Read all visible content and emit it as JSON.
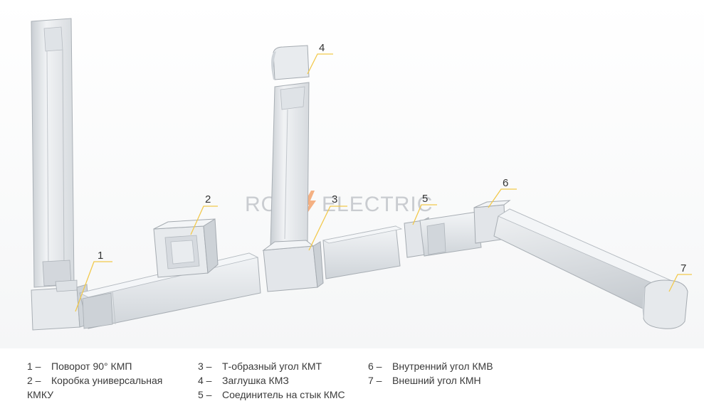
{
  "watermark": {
    "left": "ROS",
    "right": "ELECTRIC"
  },
  "callouts": [
    "1",
    "2",
    "3",
    "4",
    "5",
    "6",
    "7"
  ],
  "legend": [
    {
      "number": "1 –",
      "text": "Поворот 90° КМП"
    },
    {
      "number": "2 –",
      "text": "Коробка универсальная КМКУ"
    },
    {
      "number": "3 –",
      "text": "Т-образный угол КМТ"
    },
    {
      "number": "4 –",
      "text": "Заглушка КМЗ"
    },
    {
      "number": "5 –",
      "text": "Соединитель на стык КМС"
    },
    {
      "number": "6 –",
      "text": "Внутренний угол КМВ"
    },
    {
      "number": "7 –",
      "text": "Внешний угол КМН"
    }
  ],
  "colors": {
    "channel_light": "#eef0f2",
    "channel_mid": "#d9dde1",
    "channel_dark": "#b9bec4",
    "leader": "#f2c94c",
    "watermark_bolt": "#f4b183"
  }
}
